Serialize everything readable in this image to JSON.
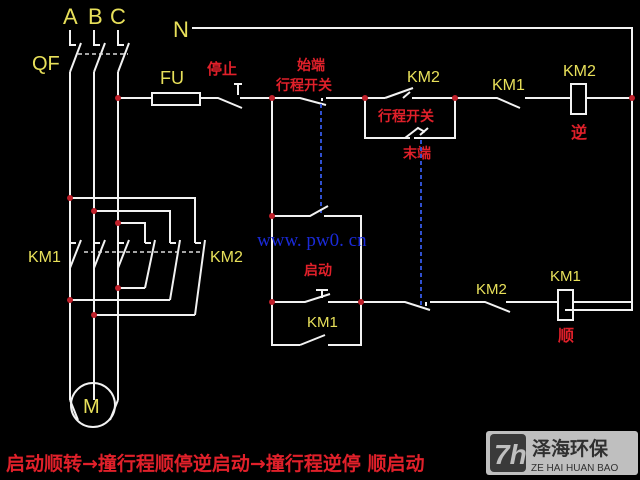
{
  "phases": [
    "A",
    "B",
    "C"
  ],
  "neutral": "N",
  "breaker": "QF",
  "fuse": "FU",
  "stop_button": "停止",
  "start_limit_switch_line1": "始端",
  "start_limit_switch_line2": "行程开关",
  "km2_contact_top": "KM2",
  "km1_contact_top": "KM1",
  "km2_coil": "KM2",
  "reverse_label": "逆",
  "limit_switch": "行程开关",
  "end_label": "末端",
  "start_button": "启动",
  "km1_hold": "KM1",
  "km2_contact_bottom": "KM2",
  "km1_coil": "KM1",
  "forward_label": "顺",
  "main_km1": "KM1",
  "main_km2": "KM2",
  "motor": "M",
  "watermark": "www. pw0. cn",
  "caption": "启动顺转→撞行程顺停逆启动→撞行程逆停 顺启动",
  "logo": {
    "cn": "泽海环保",
    "en": "ZE HAI HUAN BAO"
  },
  "colors": {
    "background": "#000000",
    "wire": "#f2f2f2",
    "label": "#e8e05a",
    "chinese": "#e0202a",
    "junction": "#c0202a",
    "watermark": "#1a2ad8"
  }
}
